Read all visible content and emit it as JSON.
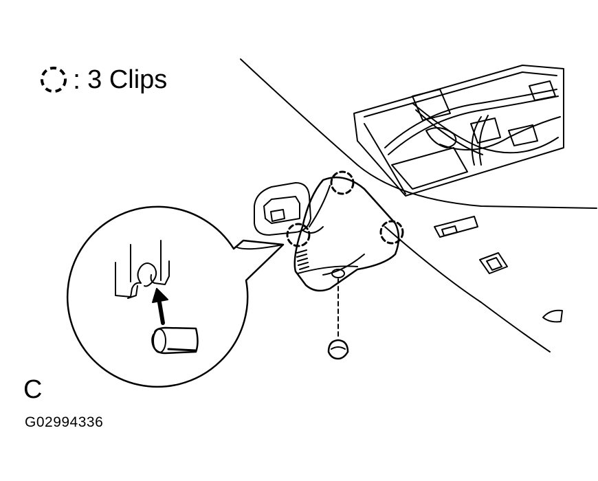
{
  "legend": {
    "icon": "dashed-circle-clip-icon",
    "separator": ":",
    "text": "3 Clips"
  },
  "view_label": "C",
  "figure_code": "G02994336",
  "clips_marked": 3
}
